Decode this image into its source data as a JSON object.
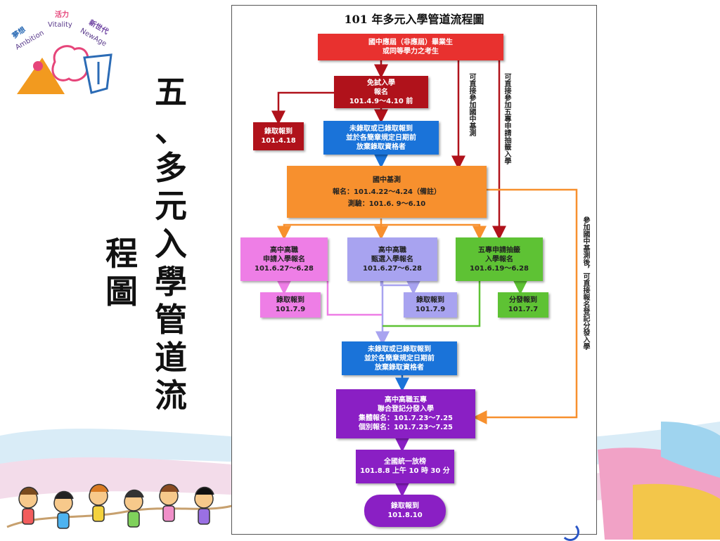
{
  "logo": {
    "words": [
      "夢想",
      "Ambition",
      "活力",
      "Vitality",
      "新世代",
      "NewAge"
    ],
    "colors": {
      "purple": "#6b3fa0",
      "orange": "#f29a1f",
      "blue": "#2b6bb5",
      "pink": "#e6457a"
    }
  },
  "slide_title": {
    "col1": [
      "五",
      "、",
      "多",
      "元",
      "入",
      "學",
      "管",
      "道",
      "流"
    ],
    "col2": [
      "程",
      "圖"
    ]
  },
  "flowchart": {
    "title": "101 年多元入學管道流程圖",
    "nodes": {
      "start": [
        "國中應屆（非應屆）畢業生",
        "或同等學力之考生"
      ],
      "exempt": [
        "免試入學",
        "報名",
        "101.4.9～4.10 前"
      ],
      "exempt_admit": [
        "錄取報到",
        "101.4.18"
      ],
      "unadmitted1": [
        "未錄取或已錄取報到",
        "並於各簡章規定日期前",
        "放棄錄取資格者"
      ],
      "exam": [
        "國中基測",
        "報名：101.4.22～4.24（備註）",
        "測驗：101.6.  9～6.10"
      ],
      "apply": [
        "高中高職",
        "申請入學報名",
        "101.6.27～6.28"
      ],
      "select": [
        "高中高職",
        "甄選入學報名",
        "101.6.27～6.28"
      ],
      "fiveyear": [
        "五專申請抽籤",
        "入學報名",
        "101.6.19～6.28"
      ],
      "apply_admit": [
        "錄取報到",
        "101.7.9"
      ],
      "select_admit": [
        "錄取報到",
        "101.7.9"
      ],
      "fiveyear_admit": [
        "分發報到",
        "101.7.7"
      ],
      "unadmitted2": [
        "未錄取或已錄取報到",
        "並於各簡章規定日期前",
        "放棄錄取資格者"
      ],
      "joint": [
        "高中高職五專",
        "聯合登記分發入學",
        "集體報名：101.7.23～7.25",
        "個別報名：101.7.23～7.25"
      ],
      "release": [
        "全國統一放榜",
        "101.8.8 上午 10 時 30 分"
      ],
      "final": [
        "錄取報到",
        "101.8.10"
      ]
    },
    "side_notes": {
      "direct_exam": "可直接參加國中基測",
      "direct_fiveyear": "可直接參加五專申請抽籤入學",
      "after_exam": "參加國中基測後，可直接報名登記分發入學"
    },
    "colors": {
      "red": "#e8312f",
      "darkred": "#b0121b",
      "blue": "#1a73d9",
      "orange": "#f7902e",
      "pink": "#ee7ee6",
      "lavender": "#a8a3f0",
      "green": "#5ec234",
      "purple": "#8a1fc4"
    }
  }
}
